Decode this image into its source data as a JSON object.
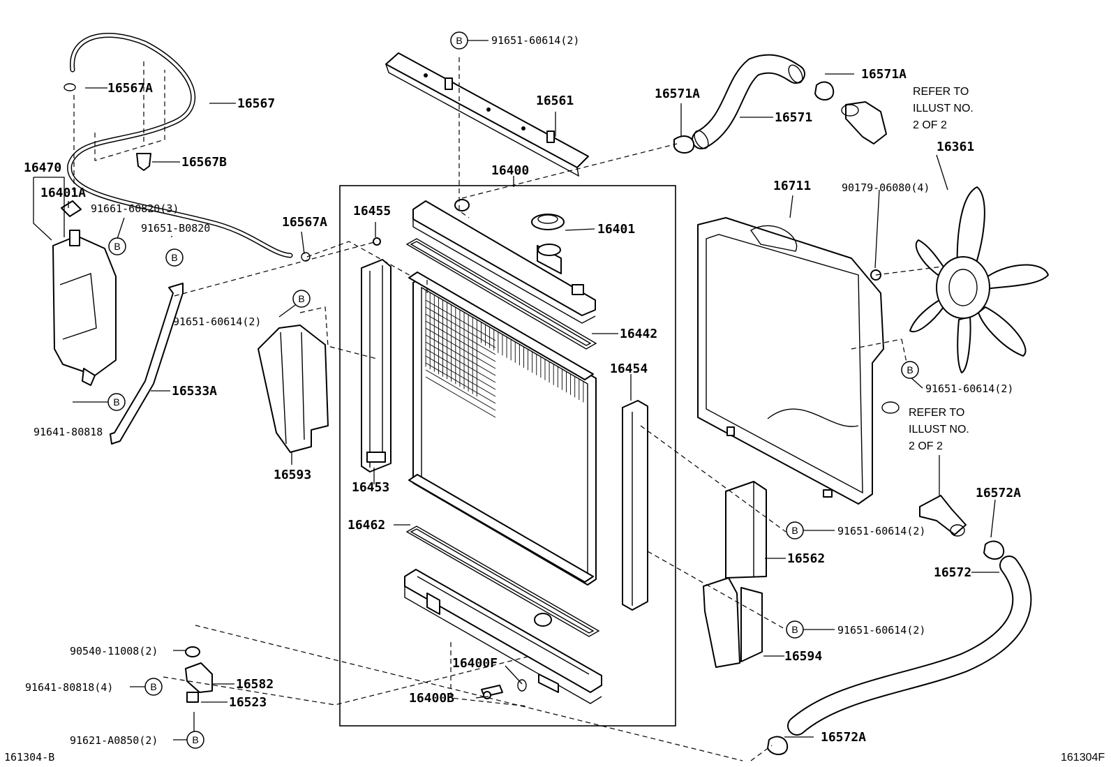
{
  "figure_id_left": "161304-B",
  "figure_id_right": "161304F",
  "bolt_marker": "B",
  "refer_note": [
    "REFER TO",
    "ILLUST NO.",
    "2 OF 2"
  ],
  "labels": {
    "p16567A_top": "16567A",
    "p16567": "16567",
    "p16567B": "16567B",
    "p16470": "16470",
    "p16401A": "16401A",
    "p91661_60820": "91661-60820(3)",
    "p91651_B0820": "91651-B0820",
    "p16567A_mid": "16567A",
    "p91651_60614_left": "91651-60614(2)",
    "p16533A": "16533A",
    "p91641_80818_left": "91641-80818",
    "p16593": "16593",
    "p91651_60614_top": "91651-60614(2)",
    "p16561": "16561",
    "p16400": "16400",
    "p16455": "16455",
    "p16401": "16401",
    "p16442": "16442",
    "p16454": "16454",
    "p16453": "16453",
    "p16462": "16462",
    "p16400F": "16400F",
    "p16400B": "16400B",
    "p16571A_left": "16571A",
    "p16571A_right": "16571A",
    "p16571": "16571",
    "p16361": "16361",
    "p16711": "16711",
    "p90179_06080": "90179-06080(4)",
    "p91651_60614_fan": "91651-60614(2)",
    "p16572A_upper": "16572A",
    "p91651_60614_mid": "91651-60614(2)",
    "p16562": "16562",
    "p16572": "16572",
    "p91651_60614_low": "91651-60614(2)",
    "p16594": "16594",
    "p16572A_lower": "16572A",
    "p90540_11008": "90540-11008(2)",
    "p91641_80818_low": "91641-80818(4)",
    "p16582": "16582",
    "p16523": "16523",
    "p91621_A0850": "91621-A0850(2)"
  }
}
